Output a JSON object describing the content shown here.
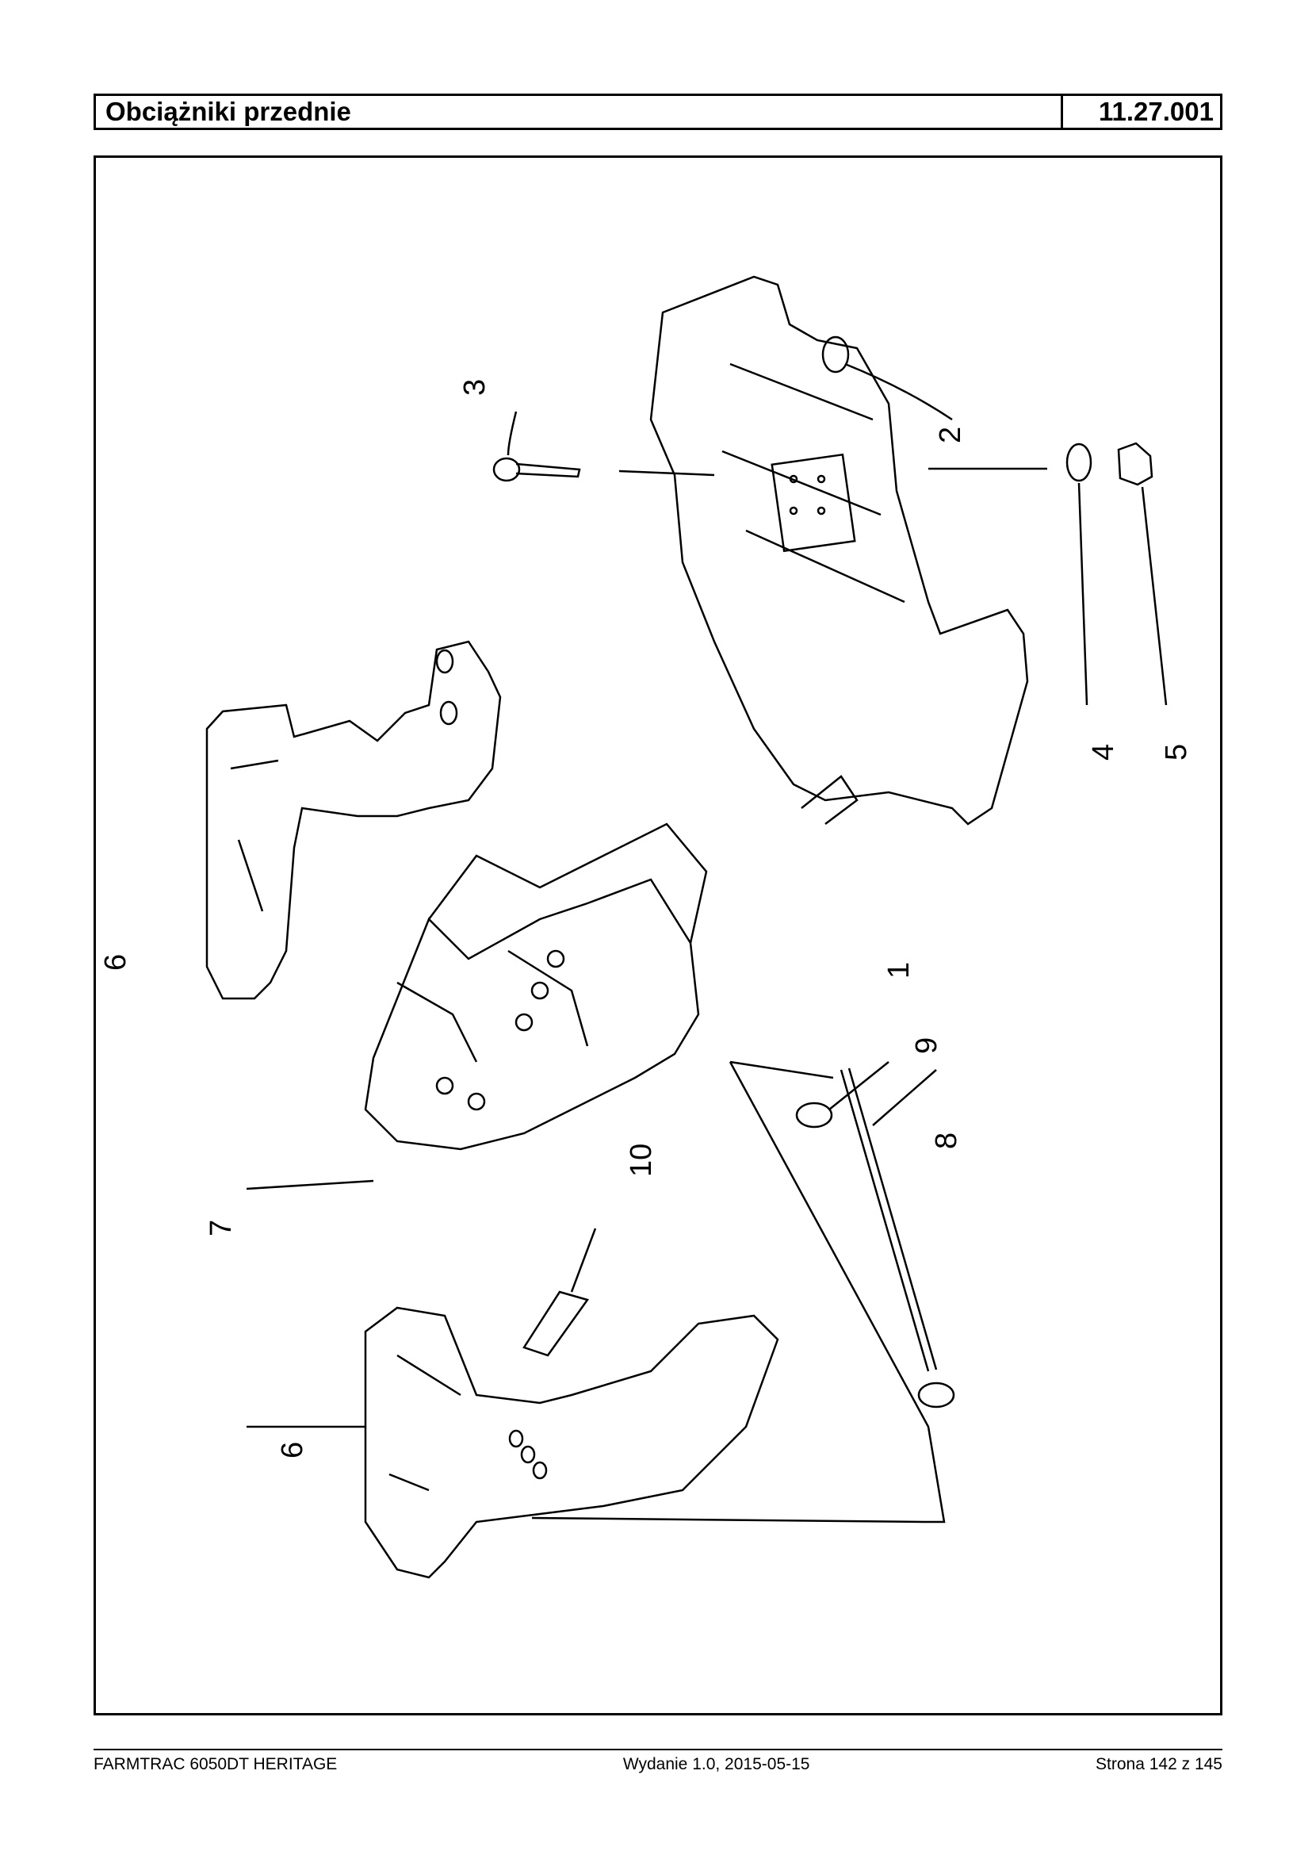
{
  "header": {
    "title": "Obciążniki przednie",
    "code": "11.27.001"
  },
  "callouts": [
    "1",
    "2",
    "3",
    "4",
    "5",
    "6",
    "6",
    "7",
    "8",
    "9",
    "10"
  ],
  "footer": {
    "model": "FARMTRAC 6050DT HERITAGE",
    "edition": "Wydanie 1.0,  2015-05-15",
    "page": "Strona 142 z 145"
  }
}
